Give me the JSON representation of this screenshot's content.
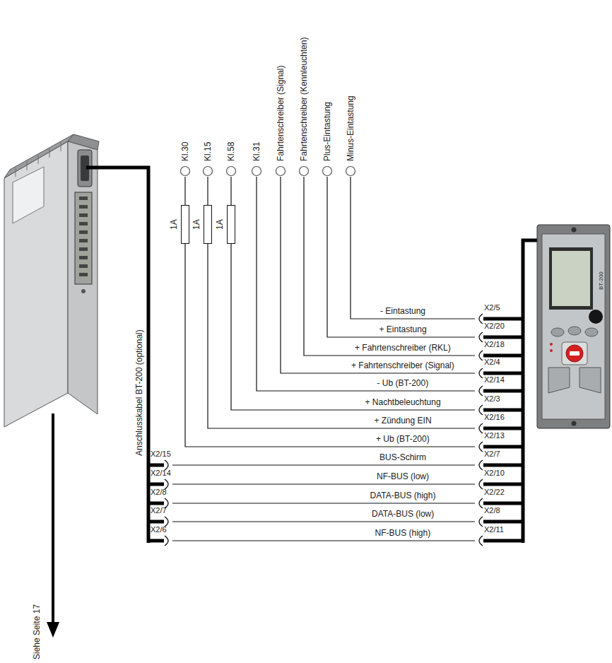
{
  "diagram": {
    "nodes": [
      {
        "text": [
          "Kl.30"
        ]
      },
      {
        "text": [
          "Kl.15"
        ]
      },
      {
        "text": [
          "Kl.58"
        ]
      },
      {
        "text": [
          "Kl.31"
        ]
      },
      {
        "text": [
          "Fahrtenschreiber (Signal)"
        ]
      },
      {
        "text": [
          "Fahrtenschreiber (Kennleuchten)"
        ]
      },
      {
        "text": [
          "Plus-Eintastung"
        ]
      },
      {
        "text": [
          "Minus-Eintastung"
        ]
      },
      {
        "text": [
          "1A"
        ]
      },
      {
        "text": [
          "1A"
        ]
      },
      {
        "text": [
          "1A"
        ]
      },
      {
        "text": [
          "X2/5"
        ]
      },
      {
        "text": [
          "X2/20"
        ]
      },
      {
        "text": [
          "X2/18"
        ]
      },
      {
        "text": [
          "X2/4"
        ]
      },
      {
        "text": [
          "X2/14"
        ]
      },
      {
        "text": [
          "X2/3"
        ]
      },
      {
        "text": [
          "X2/16"
        ]
      },
      {
        "text": [
          "X2/13"
        ]
      },
      {
        "text": [
          "X2/7"
        ]
      },
      {
        "text": [
          "X2/10"
        ]
      },
      {
        "text": [
          "X2/22"
        ]
      },
      {
        "text": [
          "X2/8"
        ]
      },
      {
        "text": [
          "X2/11"
        ]
      },
      {
        "text": [
          "X2/15"
        ]
      },
      {
        "text": [
          "X2/14"
        ]
      },
      {
        "text": [
          "X2/8"
        ]
      },
      {
        "text": [
          "X2/7"
        ]
      },
      {
        "text": [
          "X2/6"
        ]
      }
    ],
    "edges": [
      {
        "from": 7,
        "to": 11,
        "label": "- Eintastung",
        "arrow": "none"
      },
      {
        "from": 6,
        "to": 12,
        "label": "+ Eintastung",
        "arrow": "none"
      },
      {
        "from": 5,
        "to": 13,
        "label": "+ Fahrtenschreiber (RKL)",
        "arrow": "none"
      },
      {
        "from": 4,
        "to": 14,
        "label": "+ Fahrtenschreiber (Signal)",
        "arrow": "none"
      },
      {
        "from": 3,
        "to": 15,
        "label": "- Ub (BT-200)",
        "arrow": "none"
      },
      {
        "from": 2,
        "to": 10,
        "arrow": "none"
      },
      {
        "from": 10,
        "to": 16,
        "label": "+ Nachtbeleuchtung",
        "arrow": "none"
      },
      {
        "from": 1,
        "to": 9,
        "arrow": "none"
      },
      {
        "from": 9,
        "to": 17,
        "label": "+ Zündung EIN",
        "arrow": "none"
      },
      {
        "from": 0,
        "to": 8,
        "arrow": "none"
      },
      {
        "from": 8,
        "to": 18,
        "label": "+ Ub (BT-200)",
        "arrow": "none"
      },
      {
        "from": 24,
        "to": 19,
        "label": "BUS-Schirm",
        "arrow": "none"
      },
      {
        "from": 25,
        "to": 20,
        "label": "NF-BUS (low)",
        "arrow": "none"
      },
      {
        "from": 26,
        "to": 21,
        "label": "DATA-BUS (high)",
        "arrow": "none"
      },
      {
        "from": 27,
        "to": 22,
        "label": "DATA-BUS (low)",
        "arrow": "none"
      },
      {
        "from": 28,
        "to": 23,
        "label": "NF-BUS (high)",
        "arrow": "none"
      }
    ],
    "labels": [
      "Anschlusskabel BT-200 (optional)",
      "Siehe Seite 17",
      "BT-200"
    ]
  }
}
